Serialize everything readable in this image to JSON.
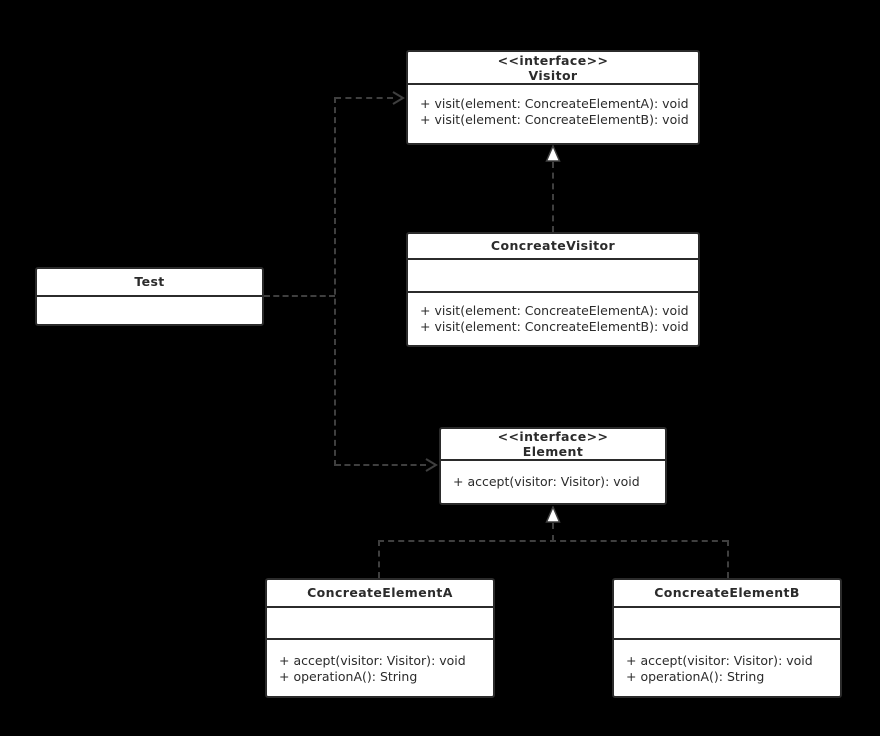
{
  "diagram": {
    "type": "uml-class-diagram",
    "pattern": "Visitor",
    "colors": {
      "background": "#000000",
      "box_fill": "#ffffff",
      "box_border": "#2b2b2b",
      "text": "#2b2b2b",
      "connector": "#3f3f3f"
    }
  },
  "classes": {
    "visitor": {
      "stereotype": "<<interface>>",
      "name": "Visitor",
      "methods": [
        "+ visit(element: ConcreateElementA): void",
        "+ visit(element: ConcreateElementB): void"
      ]
    },
    "concreate_visitor": {
      "name": "ConcreateVisitor",
      "methods": [
        "+ visit(element: ConcreateElementA): void",
        "+ visit(element: ConcreateElementB): void"
      ]
    },
    "test": {
      "name": "Test"
    },
    "element": {
      "stereotype": "<<interface>>",
      "name": "Element",
      "methods": [
        "+ accept(visitor: Visitor): void"
      ]
    },
    "concreate_element_a": {
      "name": "ConcreateElementA",
      "methods": [
        "+ accept(visitor: Visitor): void",
        "+ operationA(): String"
      ]
    },
    "concreate_element_b": {
      "name": "ConcreateElementB",
      "methods": [
        "+ accept(visitor: Visitor): void",
        "+ operationA(): String"
      ]
    }
  },
  "relationships": [
    {
      "from": "Test",
      "to": "Visitor",
      "type": "dependency",
      "line": "dashed",
      "arrowhead": "open"
    },
    {
      "from": "Test",
      "to": "Element",
      "type": "dependency",
      "line": "dashed",
      "arrowhead": "open"
    },
    {
      "from": "ConcreateVisitor",
      "to": "Visitor",
      "type": "realization",
      "line": "dashed",
      "arrowhead": "hollow-triangle"
    },
    {
      "from": "ConcreateElementA",
      "to": "Element",
      "type": "realization",
      "line": "dashed",
      "arrowhead": "hollow-triangle"
    },
    {
      "from": "ConcreateElementB",
      "to": "Element",
      "type": "realization",
      "line": "dashed",
      "arrowhead": "hollow-triangle"
    }
  ]
}
